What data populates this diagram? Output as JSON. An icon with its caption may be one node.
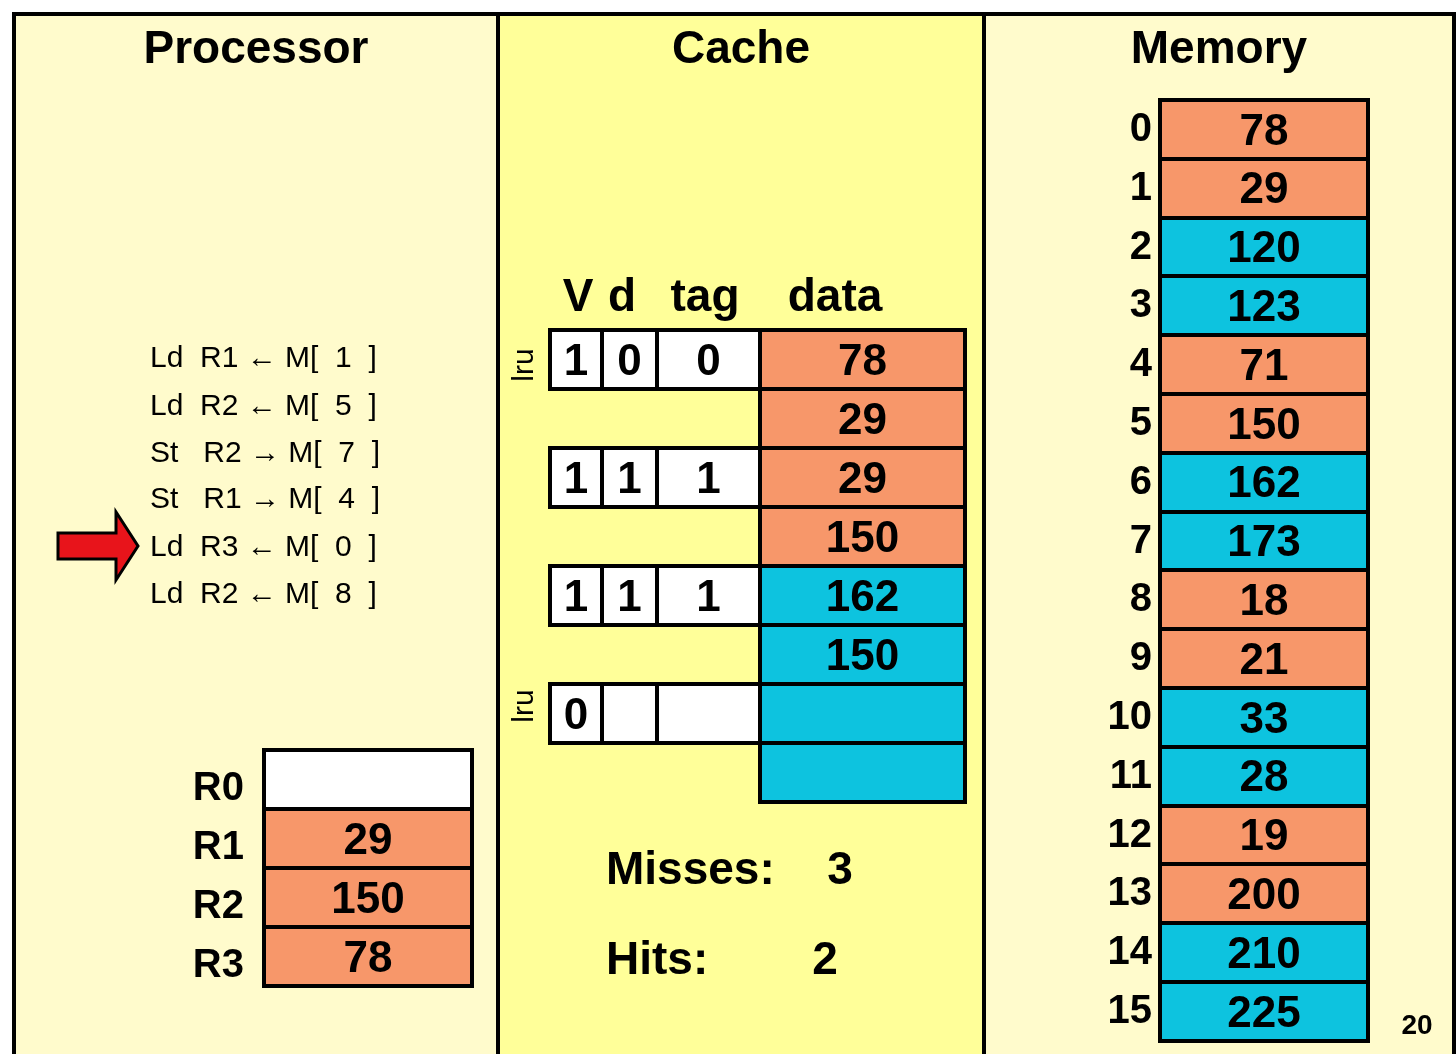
{
  "diagram": {
    "nodes": [
      {
        "text": [
          "Processor"
        ]
      },
      {
        "text": [
          "Cache"
        ]
      },
      {
        "text": [
          "Memory"
        ]
      },
      {
        "text": [
          "Ld  R1 ← M[  1  ]"
        ],
        "in": 0
      },
      {
        "text": [
          "Ld  R2 ← M[  5  ]"
        ],
        "in": 0
      },
      {
        "text": [
          "St   R2 → M[  7  ]"
        ],
        "in": 0
      },
      {
        "text": [
          "St   R1 → M[  4  ]"
        ],
        "in": 0
      },
      {
        "text": [
          "Ld  R3 ← M[  0  ]"
        ],
        "in": 0
      },
      {
        "text": [
          "Ld  R2 ← M[  8  ]"
        ],
        "in": 0
      }
    ],
    "edges": [
      {
        "from": null,
        "to": 7,
        "arrow": "to",
        "style": "thick",
        "color": "#e8141b"
      }
    ],
    "labels": [
      "V",
      "d",
      "tag",
      "data",
      "lru",
      "1",
      "0",
      "0",
      "78",
      "29",
      "1",
      "1",
      "1",
      "29",
      "150",
      "1",
      "1",
      "1",
      "162",
      "150",
      "lru",
      "0",
      "Misses:",
      "3",
      "Hits:",
      "2",
      "0",
      "78",
      "1",
      "29",
      "2",
      "120",
      "3",
      "123",
      "4",
      "71",
      "5",
      "150",
      "6",
      "162",
      "7",
      "173",
      "8",
      "18",
      "9",
      "21",
      "10",
      "33",
      "11",
      "28",
      "12",
      "19",
      "13",
      "200",
      "14",
      "210",
      "15",
      "225",
      "R0",
      "R1",
      "29",
      "R2",
      "150",
      "R3",
      "78",
      "20"
    ]
  }
}
